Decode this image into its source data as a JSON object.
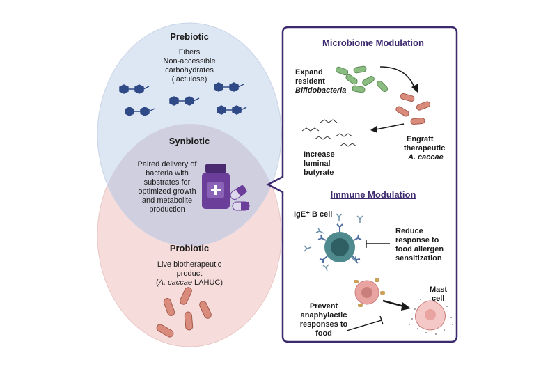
{
  "venn": {
    "prebiotic": {
      "title": "Prebiotic",
      "line1": "Fibers",
      "line2": "Non-accessible",
      "line3": "carbohydrates",
      "line4": "(lactulose)"
    },
    "synbiotic": {
      "title": "Synbiotic",
      "lines": [
        "Paired delivery of",
        "bacteria with",
        "substrates for",
        "optimized growth",
        "and metabolite",
        "production"
      ]
    },
    "probiotic": {
      "title": "Probiotic",
      "line1": "Live biotherapeutic",
      "line2": "product",
      "line3_italic": "A. caccae",
      "line3_rest": " LAHUC)",
      "line3_open": "("
    }
  },
  "microbiome": {
    "title": "Microbiome Modulation",
    "expand_line1": "Expand",
    "expand_line2": "resident",
    "expand_line3": "Bifidobacteria",
    "engraft_line1": "Engraft",
    "engraft_line2": "therapeutic",
    "engraft_line3": "A. caccae",
    "butyrate_line1": "Increase",
    "butyrate_line2": "luminal",
    "butyrate_line3": "butyrate"
  },
  "immune": {
    "title": "Immune Modulation",
    "bcell_label": "IgE⁺ B cell",
    "reduce_lines": [
      "Reduce",
      "response to",
      "food allergen",
      "sensitization"
    ],
    "prevent_lines": [
      "Prevent",
      "anaphylactic",
      "responses to",
      "food"
    ],
    "mast_line1": "Mast",
    "mast_line2": "cell"
  },
  "colors": {
    "prebiotic_fill": "#dde6f3",
    "probiotic_fill": "#f6dcdb",
    "overlap_fill": "#cfcfe0",
    "panel_border": "#3d2a6e",
    "fiber": "#2f4a86",
    "bifido": "#8bbd82",
    "caccae": "#d98b7c",
    "bcell": "#4f8a8f",
    "mast": "#e9a3a0",
    "bottle": "#6a3e99"
  },
  "icons": [
    "fiber-molecule-icon",
    "pill-bottle-icon",
    "capsule-icon",
    "bacteria-rod-icon",
    "butyrate-molecule-icon",
    "antibody-icon",
    "b-cell-icon",
    "mast-cell-icon",
    "degranulating-mast-cell-icon"
  ]
}
